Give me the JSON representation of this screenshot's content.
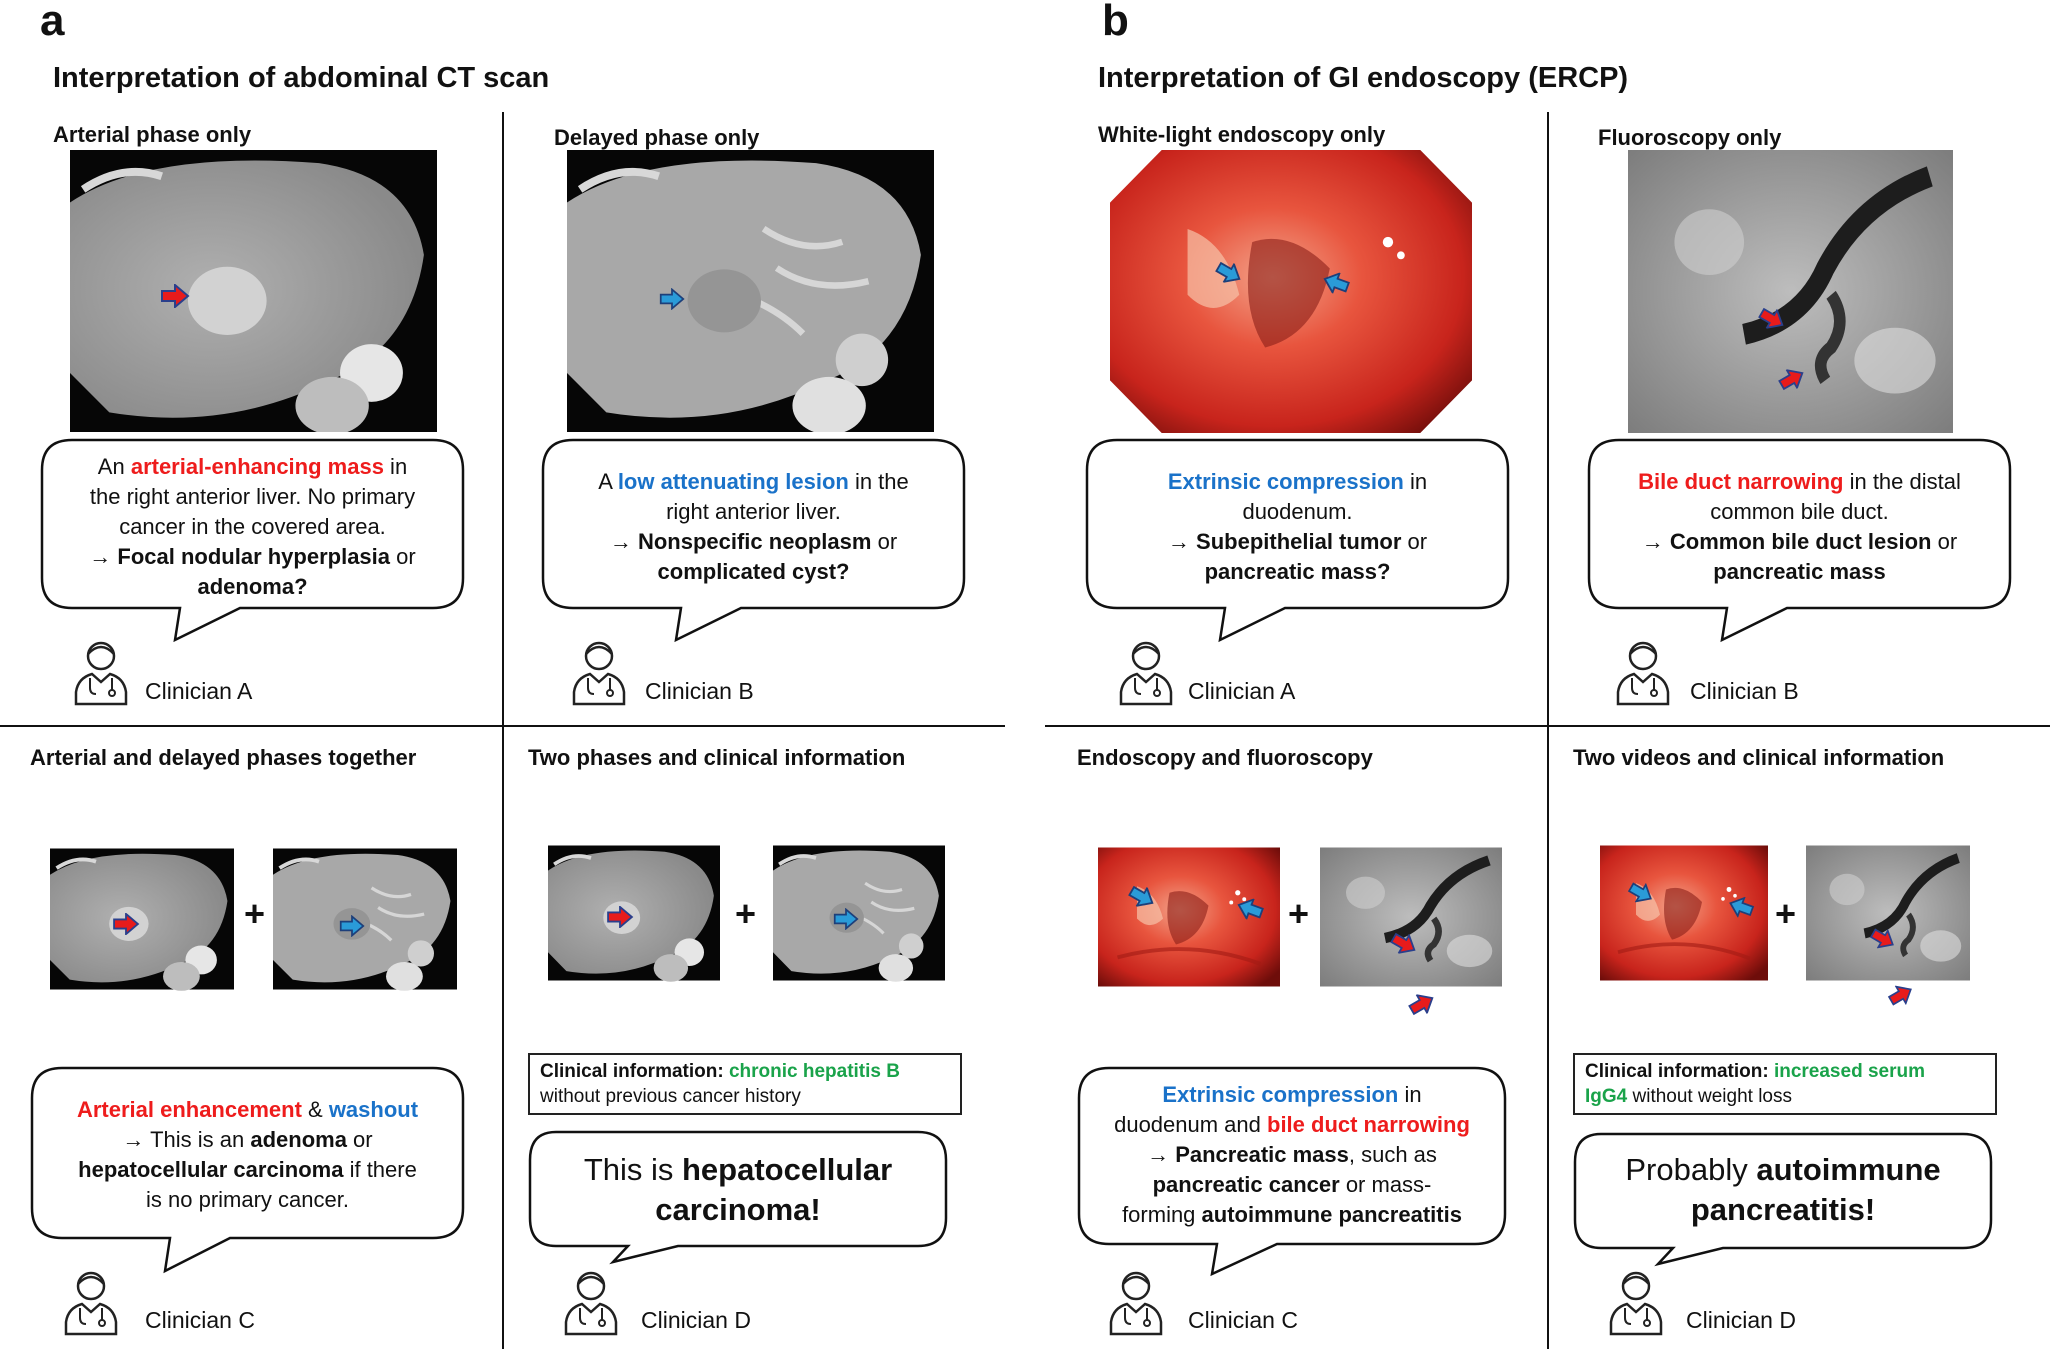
{
  "panel_a": {
    "letter": "a",
    "title": "Interpretation of abdominal CT scan",
    "q1": {
      "subtitle": "Arterial phase only",
      "pre": "An ",
      "hl": "arterial-enhancing mass",
      "mid": " in",
      "line2": "the right anterior liver. No primary",
      "line3": "cancer in the covered area.",
      "arrow": "→ ",
      "bold1": "Focal nodular hyperplasia",
      "or": " or",
      "bold2": "adenoma?",
      "clinician": "Clinician A"
    },
    "q2": {
      "subtitle": "Delayed phase only",
      "pre": "A ",
      "hl": "low attenuating lesion",
      "mid": " in the",
      "line2": "right anterior liver.",
      "arrow": "→ ",
      "bold1": "Nonspecific neoplasm",
      "or": " or",
      "bold2": "complicated cyst?",
      "clinician": "Clinician B"
    },
    "q3": {
      "subtitle": "Arterial and delayed phases together",
      "plus": "+",
      "hl_red": "Arterial enhancement",
      "amp": " & ",
      "hl_blue": "washout",
      "arrow": "→ This is an ",
      "bold1": "adenoma",
      "or": " or",
      "bold2": "hepatocellular carcinoma",
      "tail": " if there",
      "line4": "is no primary cancer.",
      "clinician": "Clinician C"
    },
    "q4": {
      "subtitle": "Two phases and clinical information",
      "plus": "+",
      "info_label": "Clinical information: ",
      "info_hl": "chronic hepatitis B",
      "info_line2": "without previous cancer history",
      "pre": "This is ",
      "bold": "hepatocellular",
      "bold2": "carcinoma!",
      "clinician": "Clinician D"
    }
  },
  "panel_b": {
    "letter": "b",
    "title": "Interpretation of GI endoscopy (ERCP)",
    "q1": {
      "subtitle": "White-light endoscopy only",
      "hl": "Extrinsic compression",
      "mid": " in",
      "line2": "duodenum.",
      "arrow": "→ ",
      "bold1": "Subepithelial tumor",
      "or": " or",
      "bold2": "pancreatic mass?",
      "clinician": "Clinician A"
    },
    "q2": {
      "subtitle": "Fluoroscopy only",
      "hl": "Bile duct narrowing",
      "mid": " in the distal",
      "line2": "common bile duct.",
      "arrow": "→ ",
      "bold1": "Common bile duct lesion",
      "or": " or",
      "bold2": "pancreatic mass",
      "clinician": "Clinician B"
    },
    "q3": {
      "subtitle": "Endoscopy and fluoroscopy",
      "plus": "+",
      "hl_blue": "Extrinsic compression",
      "mid": " in",
      "pre2": "duodenum and ",
      "hl_red": "bile duct narrowing",
      "arrow": "→ ",
      "bold1": "Pancreatic mass",
      "tail1": ", such as",
      "bold2": "pancreatic cancer",
      "tail2": " or mass-",
      "pre5": "forming ",
      "bold3": "autoimmune pancreatitis",
      "clinician": "Clinician C"
    },
    "q4": {
      "subtitle": "Two videos and clinical information",
      "plus": "+",
      "info_label": "Clinical information: ",
      "info_hl": "increased serum",
      "info_hl2": "IgG4",
      "info_tail": " without weight loss",
      "pre": "Probably ",
      "bold": "autoimmune",
      "bold2": "pancreatitis!",
      "clinician": "Clinician D"
    }
  },
  "colors": {
    "red": "#ee1c1c",
    "blue": "#1a72c9",
    "green": "#1aa34a"
  },
  "icons": [
    "clinician-avatar-icon",
    "red-arrow-icon",
    "blue-arrow-icon"
  ]
}
